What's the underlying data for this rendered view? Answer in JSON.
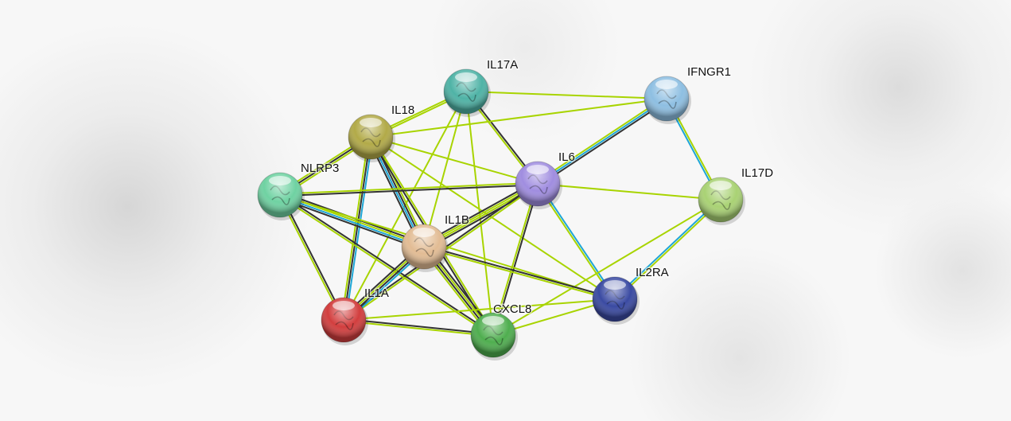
{
  "nodes": [
    {
      "id": "IL17A",
      "color": "#4fb3a6"
    },
    {
      "id": "IFNGR1",
      "color": "#8ebfe2"
    },
    {
      "id": "IL18",
      "color": "#b2aa48"
    },
    {
      "id": "IL6",
      "color": "#a08de0"
    },
    {
      "id": "NLRP3",
      "color": "#6fd2a2"
    },
    {
      "id": "IL17D",
      "color": "#a9d274"
    },
    {
      "id": "IL1B",
      "color": "#e2bc94"
    },
    {
      "id": "IL2RA",
      "color": "#3a4aa2"
    },
    {
      "id": "IL1A",
      "color": "#d23e3e"
    },
    {
      "id": "CXCL8",
      "color": "#4fae4f"
    }
  ],
  "edge_colors": {
    "text": "#a8d400",
    "coexp": "#333333",
    "db": "#1ea6d6"
  },
  "edges": [
    [
      "IL17A",
      "IL18",
      [
        "text",
        "text"
      ]
    ],
    [
      "IL17A",
      "IFNGR1",
      [
        "text"
      ]
    ],
    [
      "IL17A",
      "IL6",
      [
        "coexp",
        "text"
      ]
    ],
    [
      "IL17A",
      "IL1B",
      [
        "text"
      ]
    ],
    [
      "IL17A",
      "CXCL8",
      [
        "text"
      ]
    ],
    [
      "IL17A",
      "IL1A",
      [
        "text"
      ]
    ],
    [
      "IL18",
      "IFNGR1",
      [
        "text"
      ]
    ],
    [
      "IL18",
      "IL6",
      [
        "text"
      ]
    ],
    [
      "IL18",
      "NLRP3",
      [
        "text",
        "coexp",
        "text"
      ]
    ],
    [
      "IL18",
      "IL1B",
      [
        "text",
        "coexp",
        "db",
        "coexp"
      ]
    ],
    [
      "IL18",
      "IL1A",
      [
        "db",
        "coexp",
        "text"
      ]
    ],
    [
      "IL18",
      "CXCL8",
      [
        "text",
        "coexp"
      ]
    ],
    [
      "IL18",
      "IL2RA",
      [
        "text"
      ]
    ],
    [
      "IFNGR1",
      "IL6",
      [
        "coexp",
        "db",
        "text"
      ]
    ],
    [
      "IFNGR1",
      "IL17D",
      [
        "text",
        "db"
      ]
    ],
    [
      "IL6",
      "NLRP3",
      [
        "coexp",
        "text"
      ]
    ],
    [
      "IL6",
      "IL17D",
      [
        "text"
      ]
    ],
    [
      "IL6",
      "IL1B",
      [
        "coexp",
        "text",
        "text",
        "coexp"
      ]
    ],
    [
      "IL6",
      "IL1A",
      [
        "text",
        "coexp"
      ]
    ],
    [
      "IL6",
      "CXCL8",
      [
        "coexp",
        "text"
      ]
    ],
    [
      "IL6",
      "IL2RA",
      [
        "db",
        "text"
      ]
    ],
    [
      "IL17D",
      "IL2RA",
      [
        "text",
        "db"
      ]
    ],
    [
      "IL17D",
      "CXCL8",
      [
        "text"
      ]
    ],
    [
      "NLRP3",
      "IL1B",
      [
        "coexp",
        "text",
        "db",
        "coexp"
      ]
    ],
    [
      "NLRP3",
      "IL1A",
      [
        "coexp",
        "text"
      ]
    ],
    [
      "NLRP3",
      "CXCL8",
      [
        "coexp",
        "text"
      ]
    ],
    [
      "NLRP3",
      "IL2RA",
      [
        "text"
      ]
    ],
    [
      "IL1B",
      "IL1A",
      [
        "db",
        "coexp",
        "text",
        "coexp"
      ]
    ],
    [
      "IL1B",
      "CXCL8",
      [
        "coexp",
        "text",
        "coexp",
        "text"
      ]
    ],
    [
      "IL1B",
      "IL2RA",
      [
        "coexp",
        "text"
      ]
    ],
    [
      "IL1A",
      "CXCL8",
      [
        "coexp",
        "text"
      ]
    ],
    [
      "IL1A",
      "IL2RA",
      [
        "text"
      ]
    ],
    [
      "CXCL8",
      "IL2RA",
      [
        "text"
      ]
    ]
  ]
}
